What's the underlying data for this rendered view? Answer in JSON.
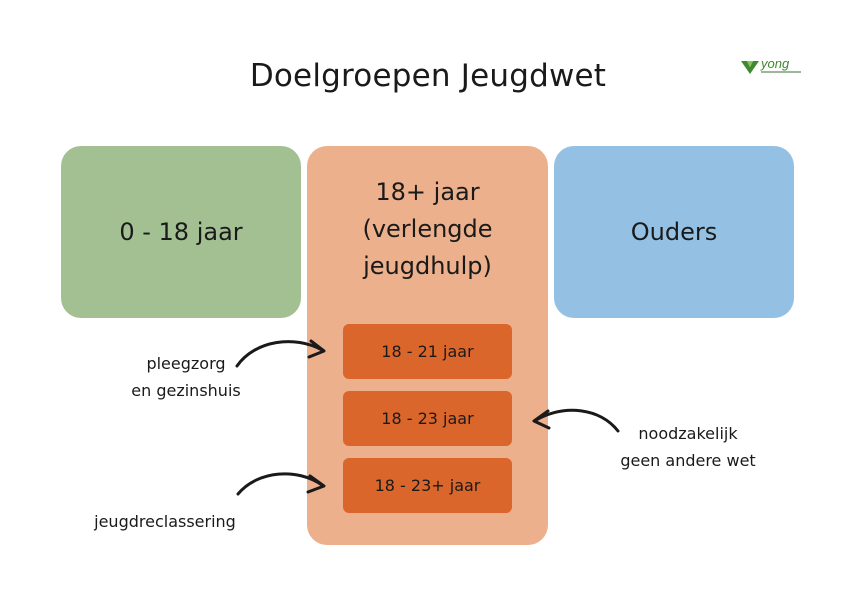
{
  "title": "Doelgroepen Jeugdwet",
  "logo": {
    "text": "yong",
    "color": "#3e8a2e"
  },
  "cards": {
    "left": {
      "label": "0 - 18 jaar",
      "color": "#a3c092"
    },
    "middle": {
      "label_line1": "18+ jaar",
      "label_line2": "(verlengde",
      "label_line3": "jeugdhulp)",
      "color": "#ecb08d"
    },
    "right": {
      "label": "Ouders",
      "color": "#94c1e3"
    }
  },
  "ranges": [
    {
      "label": "18 - 21 jaar"
    },
    {
      "label": "18 - 23 jaar"
    },
    {
      "label": "18 - 23+ jaar"
    }
  ],
  "annotations": {
    "pleegzorg_line1": "pleegzorg",
    "pleegzorg_line2": "en gezinshuis",
    "noodzakelijk_line1": "noodzakelijk",
    "noodzakelijk_line2": "geen andere wet",
    "jeugdreclassering": "jeugdreclassering"
  },
  "colors": {
    "pill": "#db662c",
    "arrow": "#1a1a1a"
  }
}
